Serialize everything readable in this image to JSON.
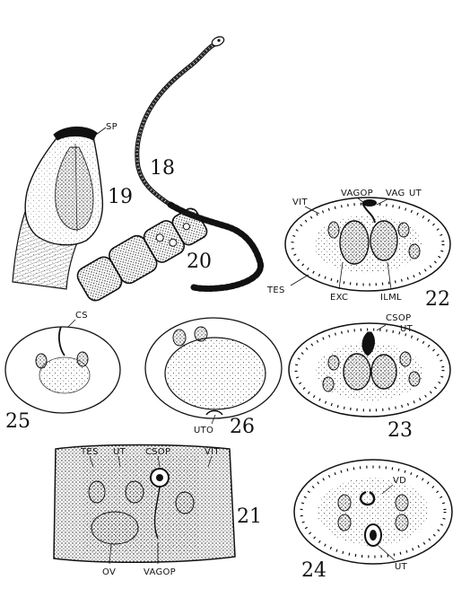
{
  "figures": {
    "f18": {
      "number": "18"
    },
    "f19": {
      "number": "19",
      "labels": {
        "sp": "SP"
      }
    },
    "f20": {
      "number": "20"
    },
    "f21": {
      "number": "21",
      "labels": {
        "tes": "TES",
        "ut": "UT",
        "csop": "CSOP",
        "vit": "VIT",
        "ov": "OV",
        "vagop": "VAGOP"
      }
    },
    "f22": {
      "number": "22",
      "labels": {
        "vagop": "VAGOP",
        "vag": "VAG",
        "ut": "UT",
        "vit": "VIT",
        "tes": "TES",
        "exc": "EXC",
        "ilml": "ILML"
      }
    },
    "f23": {
      "number": "23",
      "labels": {
        "csop": "CSOP",
        "ut": "UT"
      }
    },
    "f24": {
      "number": "24",
      "labels": {
        "vd": "VD",
        "ut": "UT"
      }
    },
    "f25": {
      "number": "25",
      "labels": {
        "cs": "CS"
      }
    },
    "f26": {
      "number": "26",
      "labels": {
        "uto": "UTO"
      }
    }
  },
  "colors": {
    "ink": "#111111",
    "paper": "#ffffff",
    "stipple": "#555555"
  }
}
